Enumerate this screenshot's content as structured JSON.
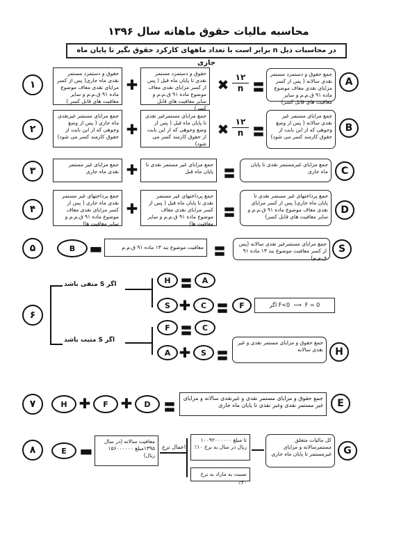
{
  "title": "محاسبه مالیات حقوق ماهانه سال ۱۳۹۶",
  "banner": "در محاسبات ذیل n برابر است با تعداد ماههای کارکرد حقوق بگیر تا پایان ماه جاری",
  "row1": {
    "left": "حقوق و دستمزد مستمر نقدی ماه جاری( پس از کسر مزایای نقدی معاف موضوع ماده ۹۱ ق.م.م و سایر معافیت های قابل کسر )",
    "mid": "حقوق و دستمزد مستمر نقدی تا پایان ماه قبل ( پس از کسر مزایای نقدی معاف موضوع ماده ۹۱ ق.م.م و سایر معافیت های قابل کسر)",
    "num": "۱۲",
    "den": "n",
    "right": "جمع حقوق و دستمزد مستمر نقدی سالانه ( پس از کسر مزایای نقدی معاف موضوع ماده ۹۱ ق.م.م و سایر معافیت های قابل کسر)",
    "letter": "A",
    "index": "۱"
  },
  "row2": {
    "left": "جمع مزایای مستمر غیرنقدی ماه جاری ( پس از وضع وجوهی که از این بابت از حقوق کارمند کسر می شود)",
    "mid": "جمع مزایای مستمرغیر نقدی تا پایان ماه قبل ( پس از وضع وجوهی که از این بابت از حقوق کارمند کسر می شود)",
    "num": "۱۲",
    "den": "n",
    "right": "جمع مزایای مستمر غیر نقدی سالانه ( پس از وضع وجوهی که از این بابت از حقوق کارمند کسر می شود)",
    "letter": "B",
    "index": "۲"
  },
  "row3": {
    "left": "جمع مزایای غیر مستمر نقدی ماه جاری",
    "mid": "جمع مزایای غیر مستمر نقدی تا پایان ماه قبل",
    "right": "جمع مزایای غیرمستمر نقدی تا پایان ماه جاری",
    "letter": "C",
    "index": "۳"
  },
  "row4": {
    "left": "جمع پرداختهای غیر مستمر نقدی ماه جاری ( پس از کسر مزایای نقدی معاف موضوع ماده ۹۱ ق.م.م و سایر معافیت ها)",
    "mid": "جمع پرداختهای غیر مستمر نقدی تا پایان ماه قبل ( پس از کسر مزایای نقدی معاف موضوع ماده ۹۱ ق.م.م و سایر معافیت ها)",
    "right": "جمع پرداختهای غیر مستمر نقدی تا پایان ماه جاری( پس از کسر مزایای نقدی معاف موضوع ماده ۹۱ ق.م.م و سایر معافیت های قابل کسر)",
    "letter": "D",
    "index": "۴"
  },
  "row5": {
    "b": "B",
    "mid": "معافیت موضوع بند ۱۳ ماده ۹۱ ق.م.م",
    "right": "جمع مزایای مستمرغیر نقدی سالانه (پس از کسر معافیت موضوع بند ۱۳ ماده ۹۱ ق.م.م)",
    "letter": "S",
    "index": "۵"
  },
  "row6": {
    "cond_neg": "اگر S منفی باشد",
    "cond_pos": "اگر S مثبت باشد",
    "s": "S",
    "a1": "H",
    "a1r": "A",
    "a2l": "S",
    "a2m": "C",
    "a2r": "F",
    "fcond": "اگر F<0",
    "fres": "F = 0",
    "b1l": "F",
    "b1r": "C",
    "b2l": "A",
    "b2m": "S",
    "h_text": "جمع حقوق و مزایای مستمر نقدی و غیر نقدی سالانه",
    "h": "H",
    "index": "۶"
  },
  "row7": {
    "h": "H",
    "f": "F",
    "d": "D",
    "right": "جمع حقوق و مزایای مستمر نقدی و غیرنقدی سالانه و مزایای غیر مستمر نقدی وغیر نقدی تا پایان ماه جاری",
    "letter": "E",
    "index": "۷"
  },
  "row8": {
    "e": "E",
    "exempt": "معافیت سالانه (در سال ۱۳۹۵مبلغ ۱۵۶۰۰۰۰۰۰ ریال)",
    "arrow1": "اعمال نرخ",
    "rate1": "تا مبلغ ۱۰۰۹۲۰۰۰۰۰۰ ریال در سال به نرخ ۱۰٪",
    "rate2": "نسبت به مازاد به نرخ ۲۰٪",
    "result": "کل مالیات متعلق مستمرسالانه و مزایای غیرمستمر تا پایان ماه جاری",
    "letter": "G",
    "index": "۸"
  },
  "symbols": {
    "times": "✖",
    "plus": "✚",
    "equals": "〓",
    "minus": "▬"
  }
}
